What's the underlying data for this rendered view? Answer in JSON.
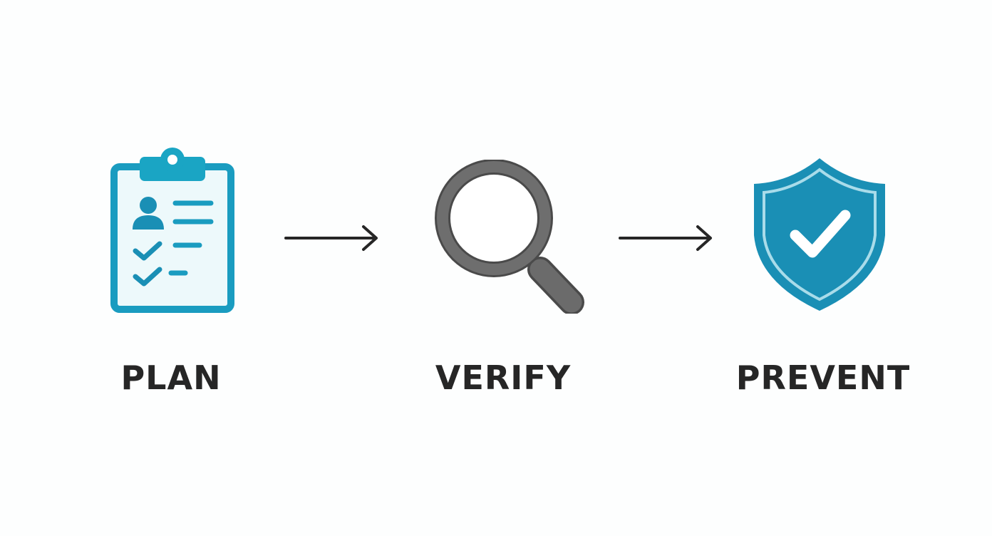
{
  "steps": [
    {
      "label": "PLAN",
      "icon": "clipboard-checklist-icon"
    },
    {
      "label": "VERIFY",
      "icon": "magnifying-glass-icon"
    },
    {
      "label": "PREVENT",
      "icon": "shield-check-icon"
    }
  ],
  "connectors": [
    "arrow-right-icon",
    "arrow-right-icon"
  ],
  "colors": {
    "primary": "#1a8fb5",
    "primary_light": "#1aa5c4",
    "clipboard_fill": "#edf9fb",
    "magnifier": "#6b6b6b",
    "magnifier_outline": "#4a4a4a",
    "arrow": "#262626",
    "text": "#262626"
  }
}
